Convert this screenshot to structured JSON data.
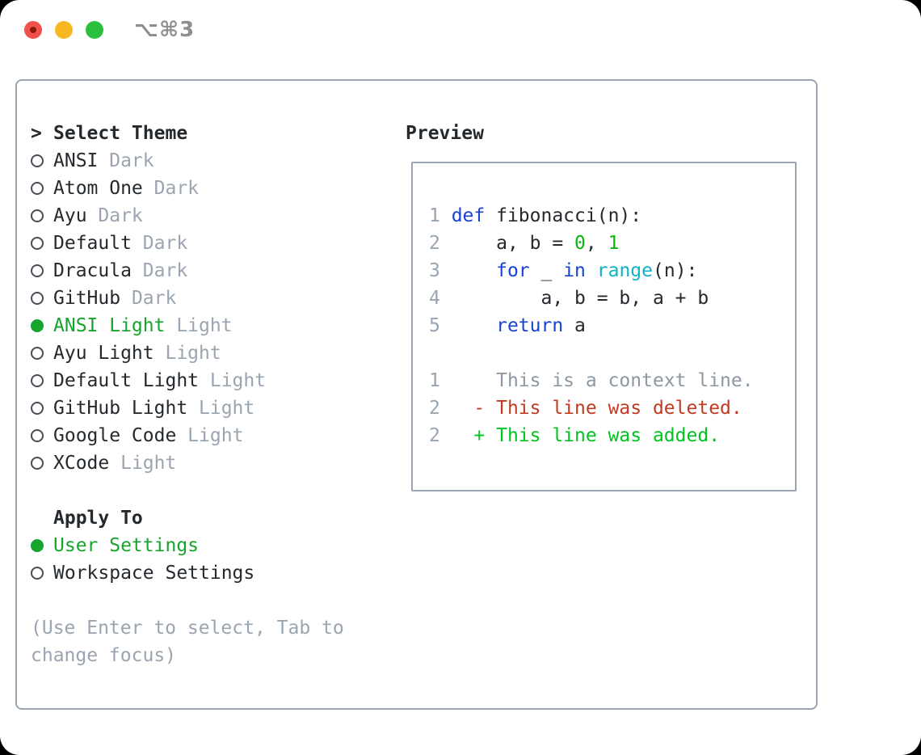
{
  "window": {
    "shortcut_hint": "⌥⌘3",
    "traffic_lights": [
      "close",
      "minimize",
      "zoom"
    ]
  },
  "colors": {
    "fg": "#24292e",
    "dim": "#9aa5b1",
    "lnGray": "#9aa5b1",
    "ctxGray": "#8e98a3",
    "borderGray": "#9aa5b1",
    "ringGray": "#474d58",
    "selGreen": "#17a42d",
    "kwBlue": "#1743d2",
    "builtinCyan": "#0fb3c4",
    "numGreen": "#0db40d",
    "addGreen": "#00c420",
    "delRed": "#c13a21",
    "shortcutGray": "#8e8e93",
    "trafficRed": "#f0524b",
    "trafficRedDot": "#8e1a10",
    "trafficYellow": "#f8b822",
    "trafficGreen": "#2ac03e"
  },
  "theme_panel": {
    "prompt": ">",
    "title": "Select Theme",
    "items": [
      {
        "name": "ANSI",
        "variant": "Dark",
        "selected": false
      },
      {
        "name": "Atom One",
        "variant": "Dark",
        "selected": false
      },
      {
        "name": "Ayu",
        "variant": "Dark",
        "selected": false
      },
      {
        "name": "Default",
        "variant": "Dark",
        "selected": false
      },
      {
        "name": "Dracula",
        "variant": "Dark",
        "selected": false
      },
      {
        "name": "GitHub",
        "variant": "Dark",
        "selected": false
      },
      {
        "name": "ANSI Light",
        "variant": "Light",
        "selected": true
      },
      {
        "name": "Ayu Light",
        "variant": "Light",
        "selected": false
      },
      {
        "name": "Default Light",
        "variant": "Light",
        "selected": false
      },
      {
        "name": "GitHub Light",
        "variant": "Light",
        "selected": false
      },
      {
        "name": "Google Code",
        "variant": "Light",
        "selected": false
      },
      {
        "name": "XCode",
        "variant": "Light",
        "selected": false
      }
    ],
    "apply_to": {
      "title": "Apply To",
      "options": [
        {
          "label": "User Settings",
          "selected": true
        },
        {
          "label": "Workspace Settings",
          "selected": false
        }
      ]
    },
    "hint_lines": [
      "(Use Enter to select, Tab to",
      "change focus)"
    ]
  },
  "preview": {
    "title": "Preview",
    "code_lines": [
      {
        "num": "1",
        "spans": [
          {
            "t": "def",
            "c": "kw"
          },
          {
            "t": " fibonacci(n):",
            "c": "fg"
          }
        ]
      },
      {
        "num": "2",
        "spans": [
          {
            "t": "    a, b = ",
            "c": "fg"
          },
          {
            "t": "0",
            "c": "num"
          },
          {
            "t": ", ",
            "c": "fg"
          },
          {
            "t": "1",
            "c": "num"
          }
        ]
      },
      {
        "num": "3",
        "spans": [
          {
            "t": "    ",
            "c": "fg"
          },
          {
            "t": "for",
            "c": "kw"
          },
          {
            "t": " _ ",
            "c": "fg"
          },
          {
            "t": "in",
            "c": "kw"
          },
          {
            "t": " ",
            "c": "fg"
          },
          {
            "t": "range",
            "c": "builtin"
          },
          {
            "t": "(n):",
            "c": "fg"
          }
        ]
      },
      {
        "num": "4",
        "spans": [
          {
            "t": "        a, b = b, a + b",
            "c": "fg"
          }
        ]
      },
      {
        "num": "5",
        "spans": [
          {
            "t": "    ",
            "c": "fg"
          },
          {
            "t": "return",
            "c": "kw"
          },
          {
            "t": " a",
            "c": "fg"
          }
        ]
      },
      {
        "num": " ",
        "spans": []
      },
      {
        "num": "1",
        "spans": [
          {
            "t": "    This is a context line.",
            "c": "dim"
          }
        ]
      },
      {
        "num": "2",
        "spans": [
          {
            "t": "  - This line was deleted.",
            "c": "del"
          }
        ]
      },
      {
        "num": "2",
        "spans": [
          {
            "t": "  + This line was added.",
            "c": "add"
          }
        ]
      }
    ]
  }
}
